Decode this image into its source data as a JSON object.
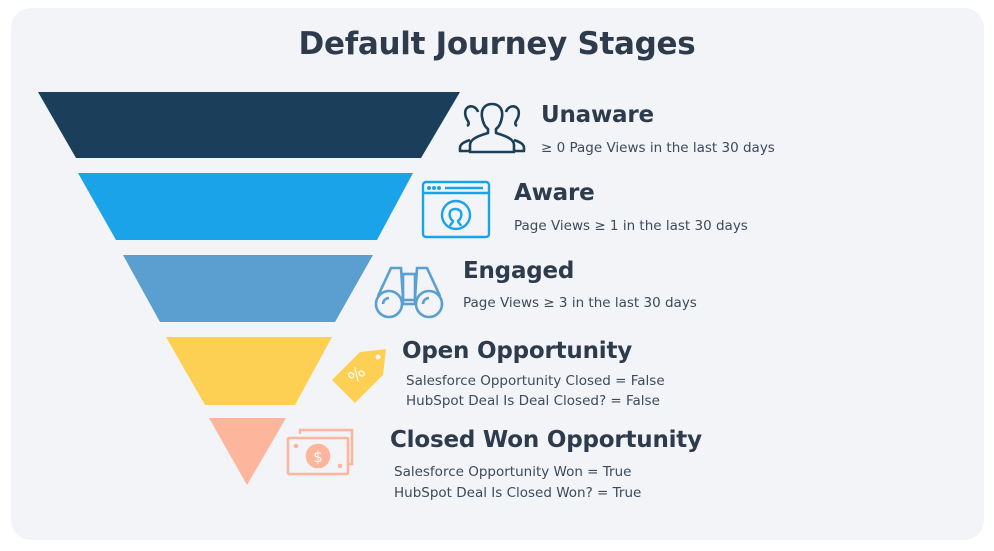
{
  "title": "Default Journey Stages",
  "colors": {
    "unaware": "#1b3f5a",
    "aware": "#1aa3e8",
    "engaged": "#5a9fcf",
    "open": "#fdd054",
    "won": "#fdb59c",
    "text": "#2d3b4d"
  },
  "stages": [
    {
      "name": "Unaware",
      "icon": "users-icon",
      "criteria": [
        "≥ 0 Page Views in the last 30 days"
      ]
    },
    {
      "name": "Aware",
      "icon": "browser-user-icon",
      "criteria": [
        "Page Views ≥ 1 in the last 30 days"
      ]
    },
    {
      "name": "Engaged",
      "icon": "binoculars-icon",
      "criteria": [
        "Page Views ≥ 3 in the last 30 days"
      ]
    },
    {
      "name": "Open Opportunity",
      "icon": "price-tag-icon",
      "criteria": [
        "Salesforce Opportunity Closed = False",
        "HubSpot Deal Is Deal Closed? = False"
      ]
    },
    {
      "name": "Closed Won Opportunity",
      "icon": "money-icon",
      "criteria": [
        "Salesforce Opportunity Won = True",
        "HubSpot Deal Is Closed Won? = True"
      ]
    }
  ]
}
